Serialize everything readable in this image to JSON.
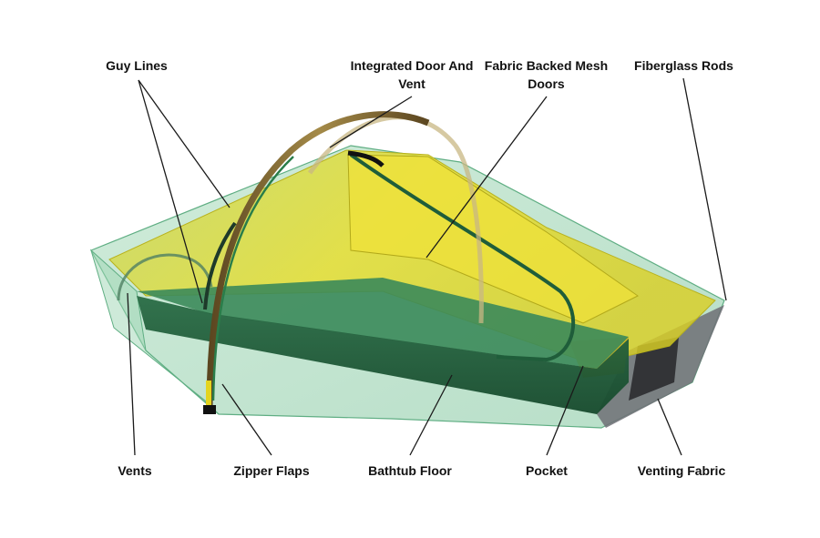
{
  "labels": {
    "guy_lines": "Guy Lines",
    "integrated_door_and_vent": [
      "Integrated Door And",
      "Vent"
    ],
    "fabric_backed_mesh_doors": [
      "Fabric Backed Mesh",
      "Doors"
    ],
    "fiberglass_rods": "Fiberglass Rods",
    "vents": "Vents",
    "zipper_flaps": "Zipper Flaps",
    "bathtub_floor": "Bathtub Floor",
    "pocket": "Pocket",
    "venting_fabric": "Venting Fabric"
  },
  "colors": {
    "fly_green": "#8fd1ab",
    "fly_green_dark": "#5fae83",
    "inner_yellow": "#e6dc2e",
    "inner_yellow_dark": "#b9b21c",
    "floor_green": "#1f5d3a",
    "pole_brown": "#7a6330",
    "venting_fabric_gray": "#6f6f75",
    "leader_line": "#1a1a1a"
  }
}
